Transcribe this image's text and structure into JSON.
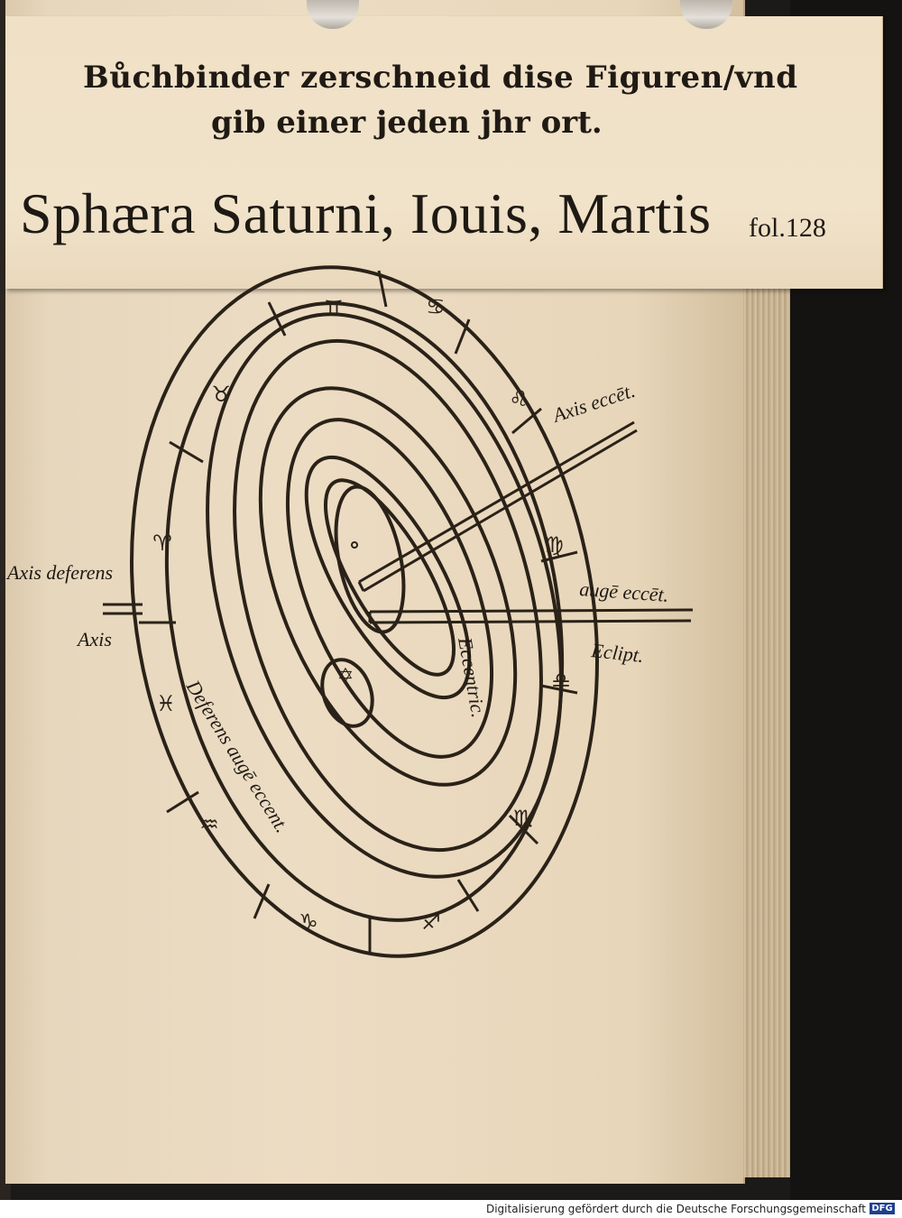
{
  "slip": {
    "heading_line1": "Bůchbinder zerschneid dise Figuren/vnd",
    "heading_line2": "gib einer jeden jhr ort.",
    "title": "Sphæra Saturni, Iouis, Martis",
    "folio": "fol.128"
  },
  "diagram": {
    "labels": {
      "axis_eccent": "Axis eccēt.",
      "auge_eccent": "augē eccēt.",
      "axis_deferens": "Axis deferens",
      "axis": "Axis",
      "eclipt": "Eclipt.",
      "eccentric": "Eccentric.",
      "deferens": "Deferens augē eccent."
    },
    "zodiac_signs": [
      "♊",
      "♋",
      "♌",
      "♍",
      "♎",
      "♏",
      "♐",
      "♑",
      "♒",
      "♓",
      "♈",
      "♉"
    ],
    "ink_color": "#2a2218"
  },
  "footer": {
    "credit": "Digitalisierung gefördert durch die Deutsche Forschungsgemeinschaft",
    "logo": "DFG"
  }
}
